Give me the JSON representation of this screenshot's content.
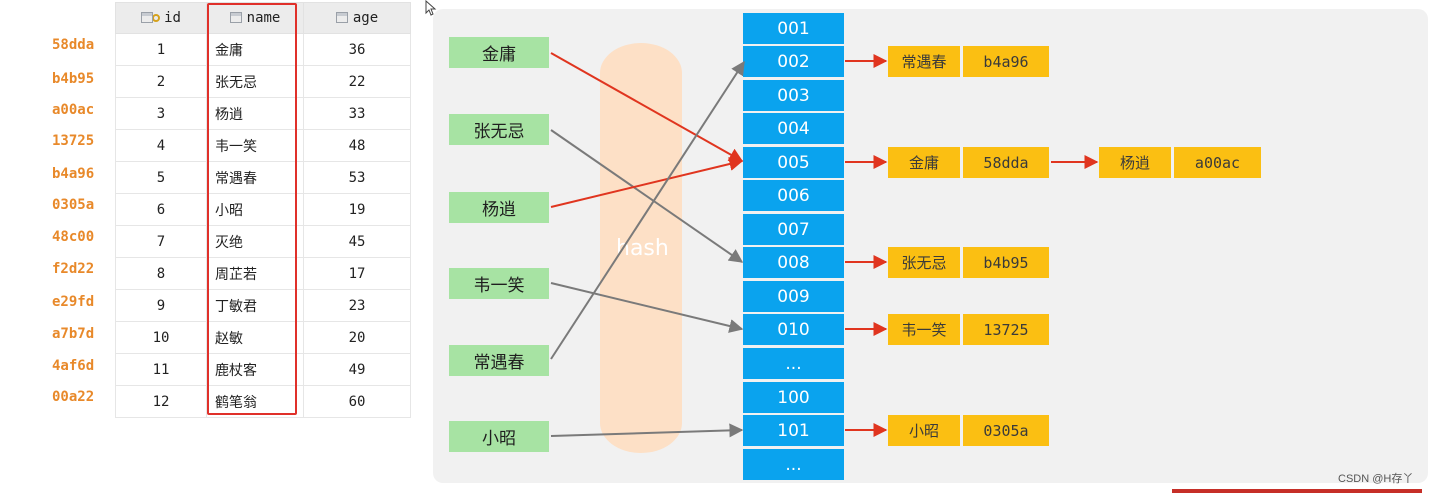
{
  "table": {
    "headers": {
      "id": "id",
      "name": "name",
      "age": "age"
    },
    "rows": [
      {
        "key": "58dda",
        "id": "1",
        "name": "金庸",
        "age": "36"
      },
      {
        "key": "b4b95",
        "id": "2",
        "name": "张无忌",
        "age": "22"
      },
      {
        "key": "a00ac",
        "id": "3",
        "name": "杨逍",
        "age": "33"
      },
      {
        "key": "13725",
        "id": "4",
        "name": "韦一笑",
        "age": "48"
      },
      {
        "key": "b4a96",
        "id": "5",
        "name": "常遇春",
        "age": "53"
      },
      {
        "key": "0305a",
        "id": "6",
        "name": "小昭",
        "age": "19"
      },
      {
        "key": "48c00",
        "id": "7",
        "name": "灭绝",
        "age": "45"
      },
      {
        "key": "f2d22",
        "id": "8",
        "name": "周芷若",
        "age": "17"
      },
      {
        "key": "e29fd",
        "id": "9",
        "name": "丁敏君",
        "age": "23"
      },
      {
        "key": "a7b7d",
        "id": "10",
        "name": "赵敏",
        "age": "20"
      },
      {
        "key": "4af6d",
        "id": "11",
        "name": "鹿杖客",
        "age": "49"
      },
      {
        "key": "00a22",
        "id": "12",
        "name": "鹤笔翁",
        "age": "60"
      }
    ]
  },
  "diagram": {
    "hash_label": "hash",
    "names": [
      "金庸",
      "张无忌",
      "杨逍",
      "韦一笑",
      "常遇春",
      "小昭"
    ],
    "slots": [
      "001",
      "002",
      "003",
      "004",
      "005",
      "006",
      "007",
      "008",
      "009",
      "010",
      "...",
      "100",
      "101",
      "..."
    ],
    "entries": [
      {
        "name": "常遇春",
        "key": "b4a96"
      },
      {
        "name": "金庸",
        "key": "58dda"
      },
      {
        "name": "杨逍",
        "key": "a00ac"
      },
      {
        "name": "张无忌",
        "key": "b4b95"
      },
      {
        "name": "韦一笑",
        "key": "13725"
      },
      {
        "name": "小昭",
        "key": "0305a"
      }
    ],
    "colors": {
      "name_box": "#a7e3a3",
      "slot": "#0aa3ee",
      "entry": "#fbbf12",
      "red_arrow": "#e0351f",
      "gray_arrow": "#7a7a7a",
      "hash_band": "#fde0c6"
    }
  },
  "watermark": "CSDN @H存丫"
}
